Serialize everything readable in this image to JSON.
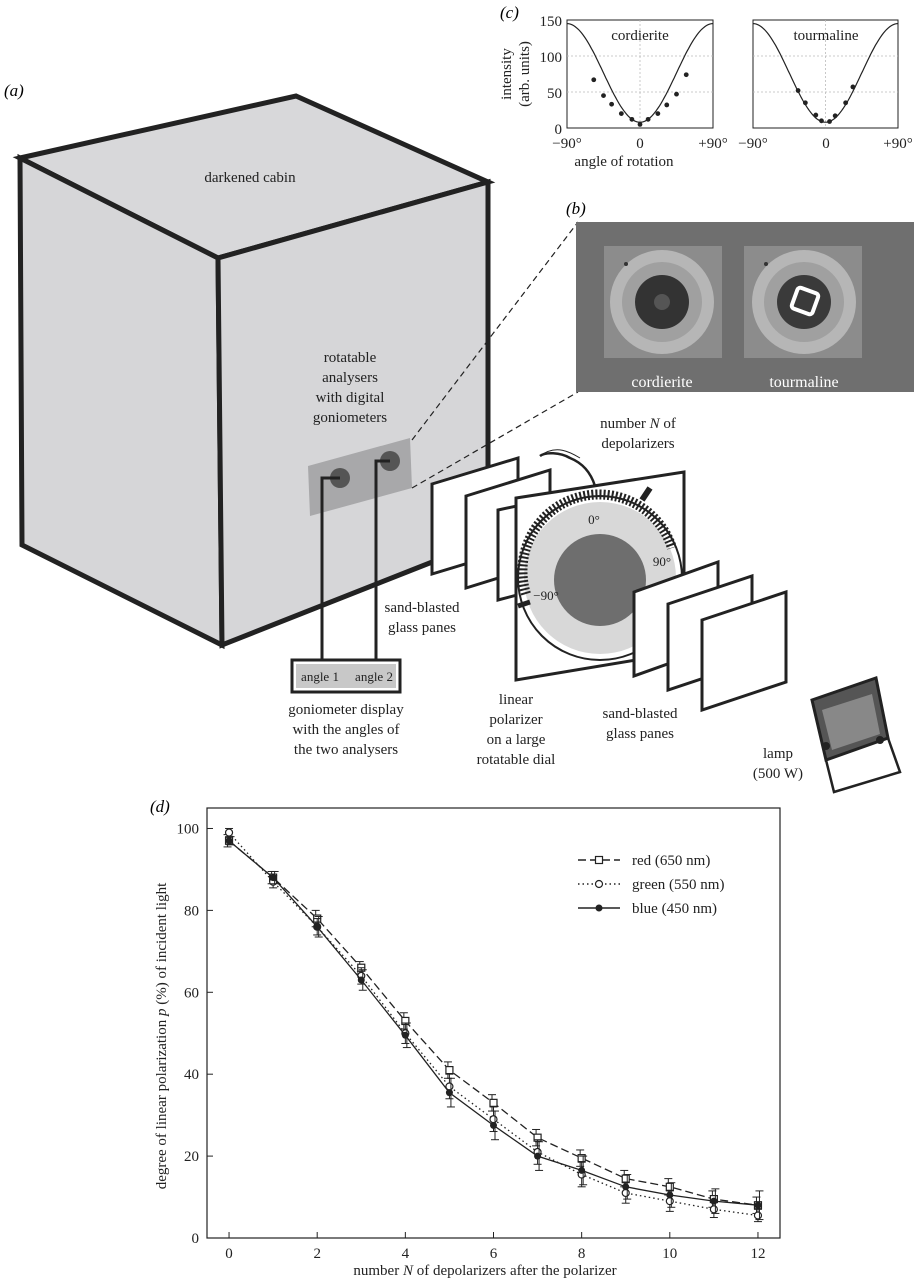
{
  "panels": {
    "a": "(a)",
    "b": "(b)",
    "c": "(c)",
    "d": "(d)"
  },
  "apparatus": {
    "cabin": "darkened cabin",
    "analysers": [
      "rotatable",
      "analysers",
      "with digital",
      "goniometers"
    ],
    "display_angle1": "angle 1",
    "display_angle2": "angle 2",
    "display_caption": [
      "goniometer display",
      "with the angles of",
      "the two analysers"
    ],
    "depolarizers_label_prefix": "number ",
    "depolarizers_label_var": "N",
    "depolarizers_label_suffix": " of",
    "depolarizers_label_line2": "depolarizers",
    "panes_left": [
      "sand-blasted",
      "glass panes"
    ],
    "panes_right": [
      "sand-blasted",
      "glass panes"
    ],
    "polarizer": [
      "linear",
      "polarizer",
      "on a large",
      "rotatable dial"
    ],
    "dial_0": "0°",
    "dial_90": "90°",
    "dial_m90": "−90°",
    "lamp": [
      "lamp",
      "(500 W)"
    ]
  },
  "photo": {
    "left_label": "cordierite",
    "right_label": "tourmaline"
  },
  "inset_c": {
    "ylabel_line1": "intensity",
    "ylabel_line2": "(arb. units)",
    "xlabel": "angle of rotation",
    "left_title": "cordierite",
    "right_title": "tourmaline",
    "yticks": [
      "0",
      "50",
      "100",
      "150"
    ],
    "xticks": [
      "−90°",
      "0",
      "+90°"
    ]
  },
  "chart_data": [
    {
      "type": "line",
      "title": "cordierite",
      "xlabel": "angle of rotation",
      "ylabel": "intensity (arb. units)",
      "xlim": [
        -90,
        90
      ],
      "ylim": [
        0,
        150
      ],
      "curve": {
        "min": 8,
        "max": 145
      },
      "points": {
        "x": [
          -57,
          -45,
          -35,
          -23,
          -10,
          0,
          10,
          22,
          33,
          45,
          57
        ],
        "y": [
          67,
          45,
          33,
          20,
          12,
          5,
          12,
          20,
          32,
          47,
          74
        ]
      }
    },
    {
      "type": "line",
      "title": "tourmaline",
      "xlabel": "",
      "ylabel": "",
      "xlim": [
        -90,
        90
      ],
      "ylim": [
        0,
        150
      ],
      "curve": {
        "min": 8,
        "max": 145
      },
      "points": {
        "x": [
          -34,
          -25,
          -12,
          -5,
          5,
          12,
          25,
          34
        ],
        "y": [
          52,
          35,
          18,
          10,
          9,
          17,
          35,
          57
        ]
      }
    },
    {
      "type": "line",
      "title": "",
      "xlabel": "number N of depolarizers after the polarizer",
      "ylabel": "degree of linear polarization p (%) of incident light",
      "xlim": [
        0,
        12.5
      ],
      "ylim": [
        0,
        105
      ],
      "xticks": [
        0,
        2,
        4,
        6,
        8,
        10,
        12
      ],
      "yticks": [
        0,
        20,
        40,
        60,
        80,
        100
      ],
      "legend_position": "top-right",
      "x": [
        0,
        1,
        2,
        3,
        4,
        5,
        6,
        7,
        8,
        9,
        10,
        11,
        12
      ],
      "series": [
        {
          "name": "red (650 nm)",
          "color": "#222222",
          "dash": "dashed",
          "marker": "square",
          "values": [
            97,
            88,
            78,
            66,
            53,
            41,
            33,
            24.5,
            19.5,
            14.5,
            12.5,
            9.5,
            8
          ],
          "errors": [
            1.5,
            1.5,
            2,
            1.5,
            2,
            2,
            2,
            2,
            2,
            2,
            2,
            2,
            2
          ]
        },
        {
          "name": "green (550 nm)",
          "color": "#222222",
          "dash": "dotted",
          "marker": "open-circle",
          "values": [
            99,
            87,
            76,
            64,
            50,
            37,
            29,
            21,
            15.5,
            11,
            9,
            7,
            5.5
          ],
          "errors": [
            1,
            1.5,
            2,
            2,
            2.5,
            3,
            3,
            3,
            3,
            2.5,
            2.5,
            2,
            1.5
          ]
        },
        {
          "name": "blue (450 nm)",
          "color": "#222222",
          "dash": "solid",
          "marker": "filled-circle",
          "values": [
            97,
            88,
            76,
            63,
            49.5,
            35.5,
            27.5,
            20,
            16.5,
            12.5,
            10.5,
            9,
            8
          ],
          "errors": [
            1,
            1.5,
            2.5,
            2.5,
            3,
            3.5,
            3.5,
            3.5,
            3.5,
            3,
            3,
            3,
            3.5
          ]
        }
      ]
    }
  ]
}
